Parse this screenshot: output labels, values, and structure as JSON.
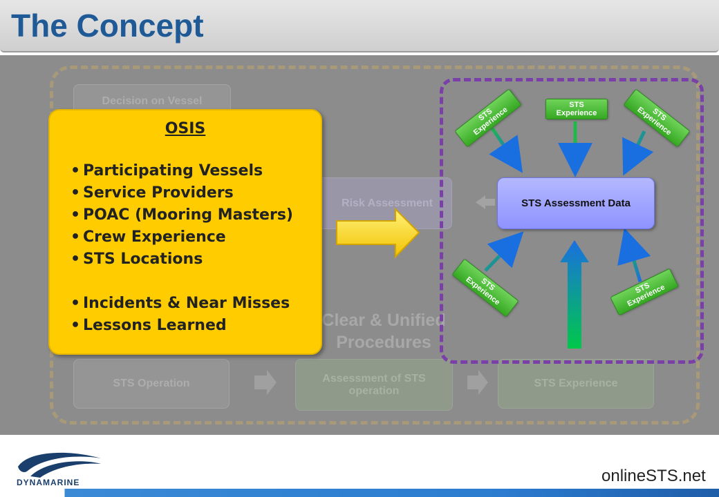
{
  "slide": {
    "title": "The Concept"
  },
  "background_flow": {
    "decision": "Decision on Vessel",
    "risk": "Risk Assessment",
    "procedures": "Clear & Unified Procedures",
    "operation": "STS Operation",
    "assessment": "Assessment of STS operation",
    "experience": "STS Experience"
  },
  "osis": {
    "title": "OSIS",
    "items": [
      "Participating Vessels",
      "Service Providers",
      "POAC (Mooring Masters)",
      "Crew Experience",
      "STS Locations"
    ],
    "items_extra": [
      "Incidents & Near Misses",
      "Lessons Learned"
    ]
  },
  "assessment_data": {
    "label": "STS Assessment Data",
    "experience_tags": [
      "STS Experience",
      "STS Experience",
      "STS Experience",
      "STS Experience",
      "STS Experience"
    ]
  },
  "footer": {
    "logo_text": "DYNAMARINE",
    "website": "onlineSTS.net"
  },
  "colors": {
    "title": "#1f5a96",
    "osis_fill": "#ffcc00",
    "purple_dash": "#7b3fa8",
    "data_box": "#9ea2ff",
    "tag_green": "#48b832"
  }
}
